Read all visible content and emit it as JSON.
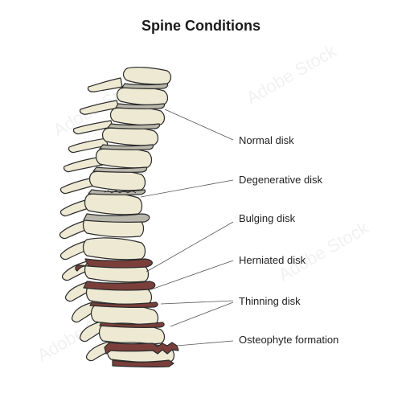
{
  "title": "Spine Conditions",
  "labels": [
    "Normal disk",
    "Degenerative disk",
    "Bulging disk",
    "Herniated disk",
    "Thinning disk",
    "Osteophyte formation"
  ],
  "side_id": "665831399",
  "watermark_text": "Adobe Stock",
  "colors": {
    "bone": "#ede9d3",
    "disk_normal": "#b9b7ab",
    "disk_damaged": "#7a3f3a",
    "outline": "#2b2b2b",
    "leader_line": "#555555"
  }
}
